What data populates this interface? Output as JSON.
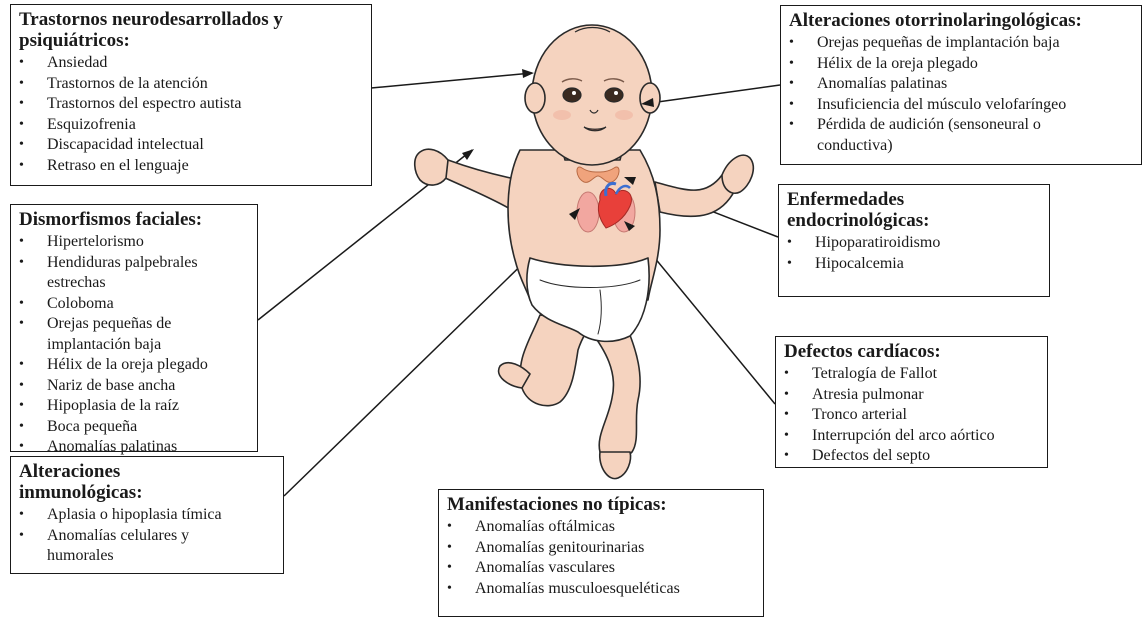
{
  "boxes": {
    "neuro": {
      "title": "Trastornos neurodesarrollados y psiquiátricos:",
      "items": [
        "Ansiedad",
        "Trastornos de la atención",
        "Trastornos del espectro autista",
        "Esquizofrenia",
        "Discapacidad intelectual",
        "Retraso en el lenguaje"
      ]
    },
    "facial": {
      "title": "Dismorfismos faciales:",
      "items": [
        "Hipertelorismo",
        "Hendiduras palpebrales estrechas",
        "Coloboma",
        "Orejas pequeñas de implantación baja",
        "Hélix de la oreja plegado",
        "Nariz de base ancha",
        "Hipoplasia de la raíz",
        "Boca pequeña",
        "Anomalías palatinas"
      ]
    },
    "inmuno": {
      "title": "Alteraciones inmunológicas:",
      "items": [
        "Aplasia o hipoplasia tímica",
        "Anomalías celulares y humorales"
      ]
    },
    "otorrino": {
      "title": "Alteraciones otorrinolaringológicas:",
      "items": [
        "Orejas pequeñas de implantación baja",
        "Hélix de la oreja plegado",
        "Anomalías palatinas",
        "Insuficiencia del músculo velofaríngeo",
        "Pérdida de audición (sensoneural o conductiva)"
      ]
    },
    "endocrino": {
      "title": "Enfermedades endocrinológicas:",
      "items": [
        "Hipoparatiroidismo",
        "Hipocalcemia"
      ]
    },
    "cardiaco": {
      "title": "Defectos cardíacos:",
      "items": [
        "Tetralogía de Fallot",
        "Atresia pulmonar",
        "Tronco arterial",
        "Interrupción del arco aórtico",
        "Defectos del septo"
      ]
    },
    "notipicas": {
      "title": "Manifestaciones no típicas:",
      "items": [
        "Anomalías oftálmicas",
        "Anomalías genitourinarias",
        "Anomalías vasculares",
        "Anomalías musculoesqueléticas"
      ]
    }
  },
  "colors": {
    "skin": "#f5d3bf",
    "skin_shadow": "#e8b9a2",
    "outline": "#2a2a2a",
    "thyroid": "#f0a37c",
    "lung": "#f2a7a0",
    "heart": "#e8403a",
    "heart_vessels": "#3c6fd1",
    "diaper": "#ffffff"
  }
}
